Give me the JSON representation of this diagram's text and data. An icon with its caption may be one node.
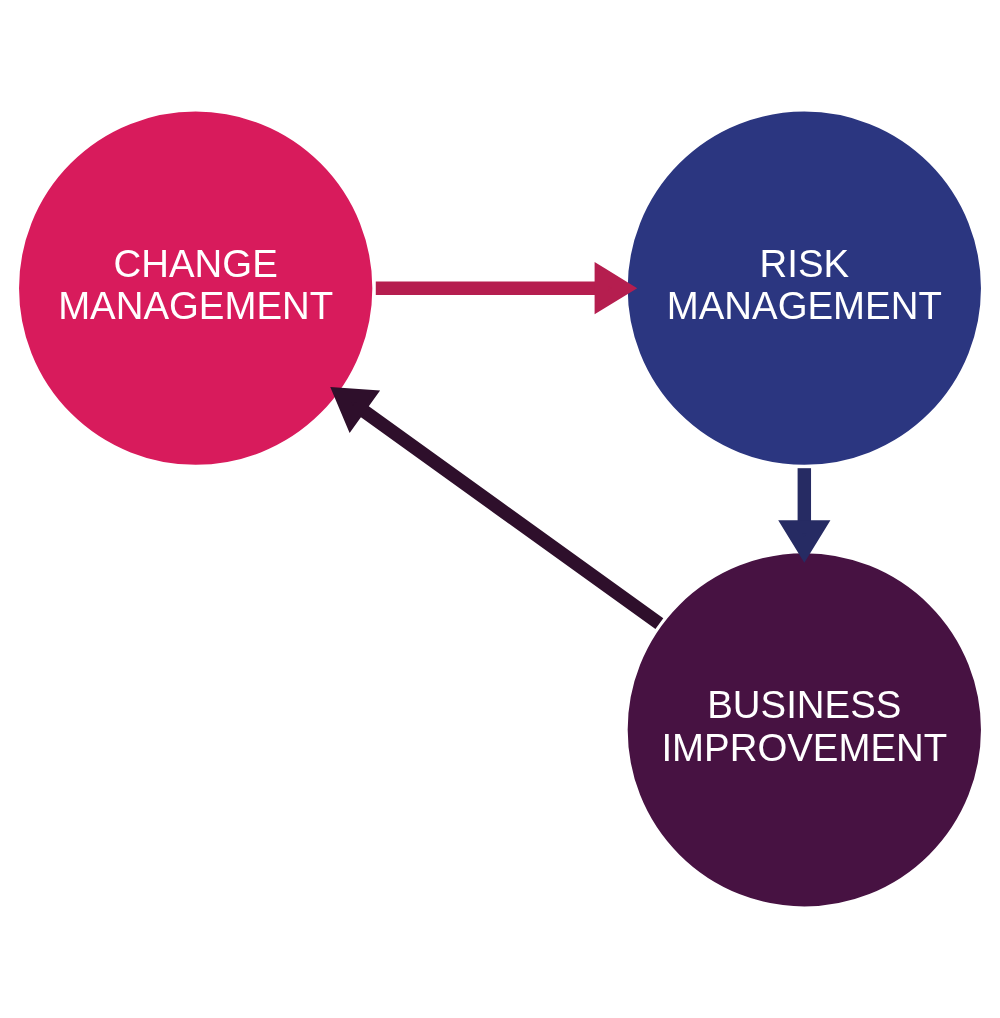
{
  "diagram": {
    "nodes": [
      {
        "text": [
          "CHANGE MANAGEMENT"
        ]
      },
      {
        "text": [
          "RISK MANAGEMENT"
        ]
      },
      {
        "text": [
          "BUSINESS IMPROVEMENT"
        ]
      }
    ],
    "edges": [
      {
        "from": 0,
        "to": 1,
        "arrow": "to",
        "color": "#b51e4f"
      },
      {
        "from": 1,
        "to": 2,
        "arrow": "to",
        "color": "#262b63"
      },
      {
        "from": 2,
        "to": 0,
        "arrow": "to",
        "color": "#2e0f2b"
      }
    ]
  }
}
